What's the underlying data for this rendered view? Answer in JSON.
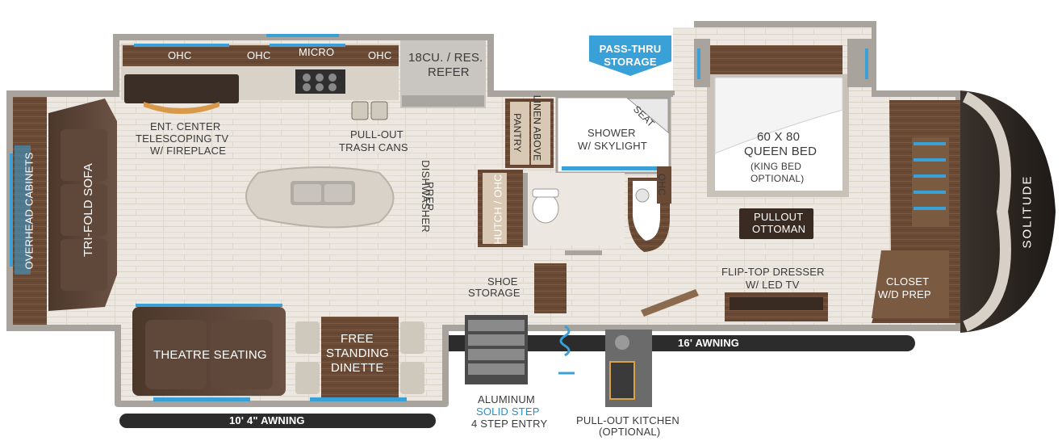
{
  "labels": {
    "ohc_left": "OHC",
    "ohc_mid": "OHC",
    "micro": "MICRO",
    "ohc_right": "OHC",
    "refer_line1": "18CU. / RES.",
    "refer_line2": "REFER",
    "pass_thru_line1": "PASS-THRU",
    "pass_thru_line2": "STORAGE",
    "ent_line1": "ENT. CENTER",
    "ent_line2": "TELESCOPING TV",
    "ent_line3": "w/ FIREPLACE",
    "trash_line1": "PULL-OUT",
    "trash_line2": "TRASH CANS",
    "linen_above": "LINEN ABOVE",
    "pantry": "PANTRY",
    "shower_line1": "SHOWER",
    "shower_line2": "w/ SKYLIGHT",
    "seat": "SEAT",
    "ohc_bath": "OHC",
    "queen_line1": "60 x 80",
    "queen_line2": "QUEEN BED",
    "queen_line3": "(KING BED",
    "queen_line4": "OPTIONAL)",
    "overhead_cabinets": "OVERHEAD CABINETS",
    "trifold_sofa": "TRI-FOLD SOFA",
    "dishwasher_line1": "DISHWASHER",
    "dishwasher_line2": "PREP",
    "hutch": "HUTCH / OHC",
    "ottoman_line1": "PULLOUT",
    "ottoman_line2": "OTTOMAN",
    "brand": "SOLITUDE",
    "shoe_line1": "SHOE",
    "shoe_line2": "STORAGE",
    "dresser_line1": "FLIP-TOP DRESSER",
    "dresser_line2": "w/ LED TV",
    "closet_line1": "CLOSET",
    "closet_line2": "W/D PREP",
    "theatre": "THEATRE SEATING",
    "dinette_line1": "FREE",
    "dinette_line2": "STANDING",
    "dinette_line3": "DINETTE",
    "awning_16": "16' AWNING",
    "awning_10": "10' 4\"  AWNING",
    "step_line1": "ALUMINUM",
    "step_line2": "SOLID STEP",
    "step_line3": "4 STEP ENTRY",
    "kitchen_line1": "PULL-OUT KITCHEN",
    "kitchen_line2": "(OPTIONAL)"
  },
  "colors": {
    "wall": "#a8a39d",
    "floor": "#ebe6df",
    "floor_plank": "#ddd6cc",
    "wood": "#6a4a35",
    "wood_light": "#9b7658",
    "sofa": "#5a4336",
    "accent_blue": "#3aa0d8",
    "counter": "#d8d2c9",
    "awning": "#2c2c2c",
    "cap": "#2a2522"
  },
  "icons": [
    "sink-icon",
    "toilet-icon",
    "stove-icon",
    "entry-steps-icon",
    "water-hose-icon",
    "grill-icon"
  ]
}
